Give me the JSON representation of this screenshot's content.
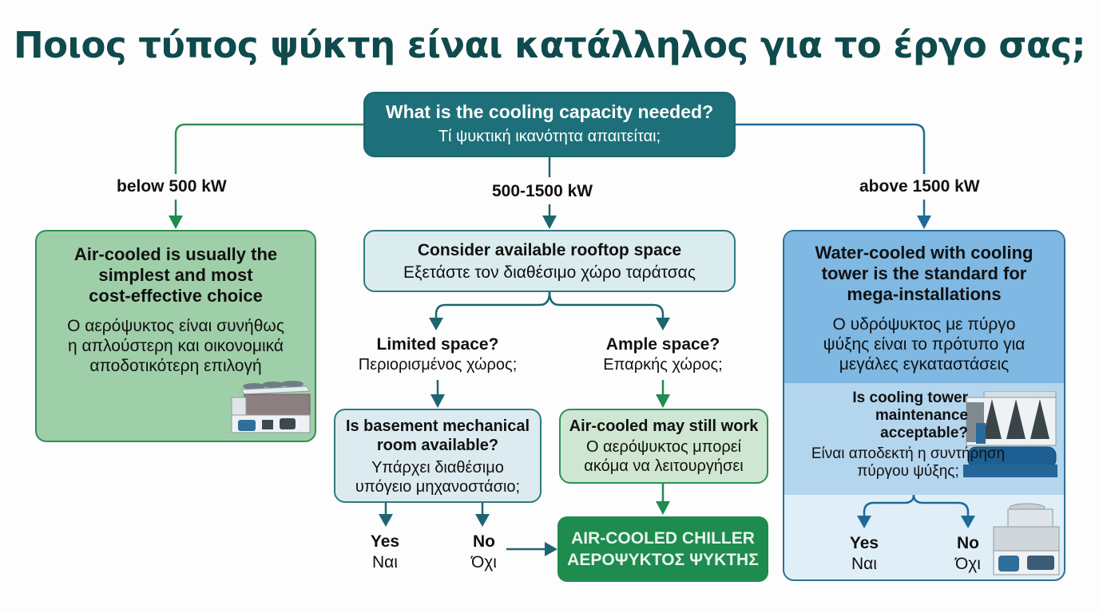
{
  "title": "Ποιος τύπος ψύκτη είναι κατάλληλος για το έργο σας;",
  "root": {
    "en": "What is the cooling capacity needed?",
    "gr": "Τί ψυκτική ικανότητα απαιτείται;"
  },
  "branches": {
    "left_label": "below 500 kW",
    "middle_label": "500-1500 kW",
    "right_label": "above 1500 kW"
  },
  "left": {
    "en_lines": [
      "Air-cooled is usually the",
      "simplest and most",
      "cost-effective choice"
    ],
    "gr_lines": [
      "Ο αερόψυκτος είναι συνήθως",
      "η απλούστερη και οικονομικά",
      "αποδοτικότερη επιλογή"
    ],
    "icon": "air-cooled-chiller-illustration"
  },
  "middle": {
    "rooftop": {
      "en": "Consider available rooftop space",
      "gr": "Εξετάστε τον διαθέσιμο χώρο ταράτσας"
    },
    "limited": {
      "en": "Limited space?",
      "gr": "Περιορισμένος χώρος;"
    },
    "ample": {
      "en": "Ample space?",
      "gr": "Επαρκής χώρος;"
    },
    "basement": {
      "en_lines": [
        "Is basement mechanical",
        "room available?"
      ],
      "gr_lines": [
        "Υπάρχει διαθέσιμο",
        "υπόγειο μηχανοστάσιο;"
      ]
    },
    "may_still_work": {
      "en": "Air-cooled may still work",
      "gr_lines": [
        "Ο αερόψυκτος μπορεί",
        "ακόμα να λειτουργήσει"
      ]
    },
    "yes": {
      "en": "Yes",
      "gr": "Ναι"
    },
    "no": {
      "en": "No",
      "gr": "Όχι"
    },
    "result": {
      "en": "AIR-COOLED CHILLER",
      "gr": "ΑΕΡΟΨΥΚΤΟΣ ΨΥΚΤΗΣ"
    }
  },
  "right": {
    "en_lines": [
      "Water-cooled with cooling",
      "tower is the standard for",
      "mega-installations"
    ],
    "gr_lines": [
      "Ο υδρόψυκτος με πύργο",
      "ψύξης είναι το πρότυπο για",
      "μεγάλες εγκαταστάσεις"
    ],
    "question_en_lines": [
      "Is cooling tower",
      "maintenance",
      "acceptable?"
    ],
    "question_gr_lines": [
      "Είναι αποδεκτή η συντήρηση",
      "πύργου ψύξης;"
    ],
    "yes": {
      "en": "Yes",
      "gr": "Ναι"
    },
    "no": {
      "en": "No",
      "gr": "Όχι"
    },
    "icons": [
      "water-cooled-chiller-illustration",
      "cooling-tower-illustration"
    ]
  },
  "colors": {
    "title": "#0f4a4c",
    "teal": "#1d7079",
    "green": "#1e8b4f",
    "green_light": "#9fcfa9",
    "blue": "#7fb8e2",
    "blue_line": "#1f6a96"
  }
}
